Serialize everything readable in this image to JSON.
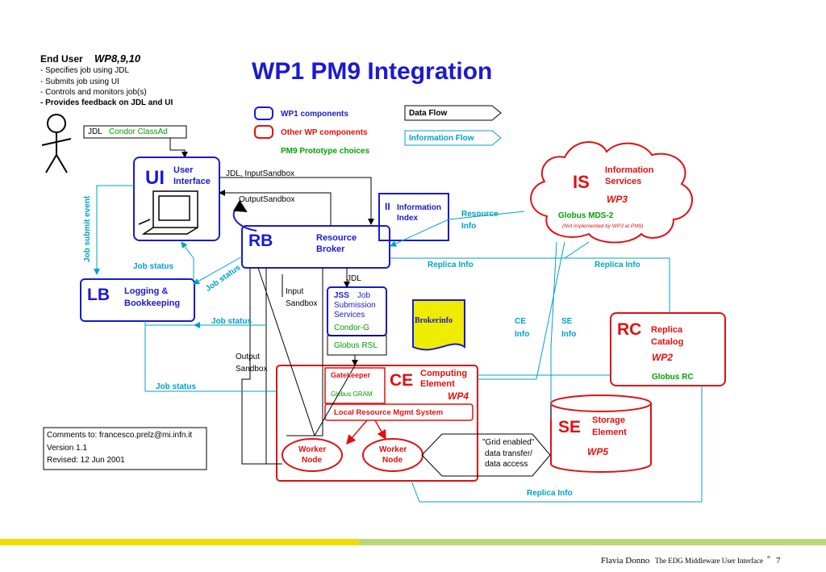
{
  "title": "WP1 PM9 Integration",
  "end_user": {
    "heading": "End User",
    "wp": "WP8,9,10",
    "items": [
      "- Specifies job using JDL",
      "- Submits job using UI",
      "- Controls and monitors job(s)",
      "- Provides feedback on JDL and UI"
    ]
  },
  "legend": {
    "wp1": "WP1 components",
    "other": "Other WP components",
    "pm9": "PM9 Prototype choices",
    "data_flow": "Data Flow",
    "info_flow": "Information Flow"
  },
  "jdl_box": {
    "a": "JDL",
    "b": "Condor ClassAd"
  },
  "ui": {
    "abbr": "UI",
    "l1": "User",
    "l2": "Interface"
  },
  "rb": {
    "abbr": "RB",
    "l1": "Resource",
    "l2": "Broker"
  },
  "lb": {
    "abbr": "LB",
    "l1": "Logging &",
    "l2": "Bookkeeping"
  },
  "ii": {
    "abbr": "II",
    "l1": "Information",
    "l2": "Index"
  },
  "is": {
    "abbr": "IS",
    "l1": "Information",
    "l2": "Services",
    "wp": "WP3",
    "choice": "Globus MDS-2",
    "note": "(Not implemented by WP3 at PM9)"
  },
  "rc": {
    "abbr": "RC",
    "l1": "Replica",
    "l2": "Catalog",
    "wp": "WP2",
    "choice": "Globus RC"
  },
  "se": {
    "abbr": "SE",
    "l1": "Storage",
    "l2": "Element",
    "wp": "WP5"
  },
  "ce": {
    "abbr": "CE",
    "l1": "Computing",
    "l2": "Element",
    "wp": "WP4",
    "gatekeeper": "Gatekeeper",
    "gram": "Globus GRAM",
    "lrms": "Local Resource Mgmt System",
    "worker": "Worker",
    "node": "Node"
  },
  "jss": {
    "abbr": "JSS",
    "l1": "Job",
    "l2": "Submission",
    "l3": "Services",
    "choice": "Condor-G"
  },
  "brokerinfo": "Brokerinfo",
  "flows": {
    "jdl_input": "JDL, InputSandbox",
    "output_sandbox": "OutputSandbox",
    "job_submit_event": "Job submit event",
    "job_status": "Job status",
    "resource": "Resource",
    "info": "Info",
    "replica_info": "Replica Info",
    "jdl": "JDL",
    "input": "Input",
    "sandbox": "Sandbox",
    "output": "Output",
    "globus_rsl": "Globus RSL",
    "ce": "CE",
    "se": "SE",
    "info_lc": "Info",
    "grid1": "\"Grid enabled\"",
    "grid2": "data transfer/",
    "grid3": "data access"
  },
  "comments": {
    "l1": "Comments to: francesco.prelz@mi.infn.it",
    "l2": "Version 1.1",
    "l3": "Revised: 12 Jun 2001"
  },
  "footer": {
    "author": "Flavia Donno",
    "subtitle": "The EDG Middleware User Interface",
    "sep": "°",
    "page": "7"
  },
  "colors": {
    "wp1": "#1a1ad0",
    "other": "#e01010",
    "pm9": "#00a000",
    "info": "#00a0c8",
    "bar_yellow": "#f0dc00",
    "bar_green": "#b8d878"
  }
}
